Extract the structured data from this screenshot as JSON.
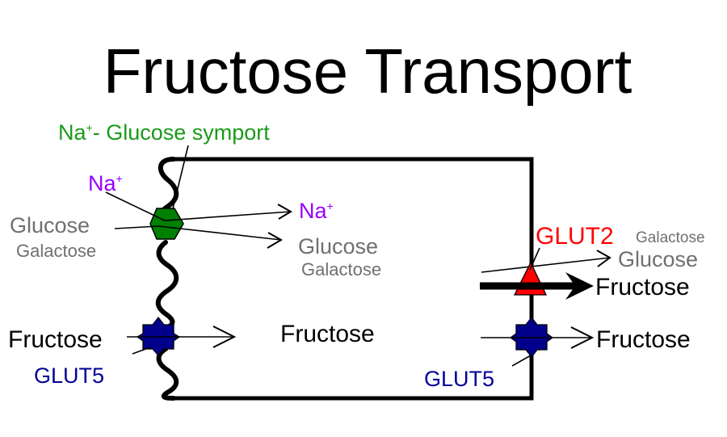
{
  "title": "Fructose Transport",
  "colors": {
    "sglt": "#008000",
    "sglt_label": "#1a9b1a",
    "glut5": "#00008b",
    "glut5_label": "#000099",
    "glut2": "#ff0000",
    "sodium": "#9900ff",
    "sugar_gray": "#707070",
    "membrane": "#000000"
  },
  "transporters": {
    "sglt1": {
      "label_main": "Na",
      "label_sup": "+",
      "label_rest": "- Glucose symport",
      "icon": "hexagon-icon"
    },
    "glut5_apical": {
      "label": "GLUT5",
      "icon": "star-octagon-icon"
    },
    "glut5_basolateral": {
      "label": "GLUT5",
      "icon": "star-octagon-icon"
    },
    "glut2": {
      "label": "GLUT2",
      "icon": "triangle-icon"
    }
  },
  "lumen": {
    "sodium": {
      "text": "Na",
      "sup": "+"
    },
    "glucose": "Glucose",
    "galactose": "Galactose",
    "fructose": "Fructose"
  },
  "cell": {
    "sodium": {
      "text": "Na",
      "sup": "+"
    },
    "glucose": "Glucose",
    "galactose": "Galactose",
    "fructose": "Fructose"
  },
  "blood": {
    "galactose": "Galactose",
    "glucose": "Glucose",
    "fructose_glut2": "Fructose",
    "fructose_glut5": "Fructose"
  }
}
